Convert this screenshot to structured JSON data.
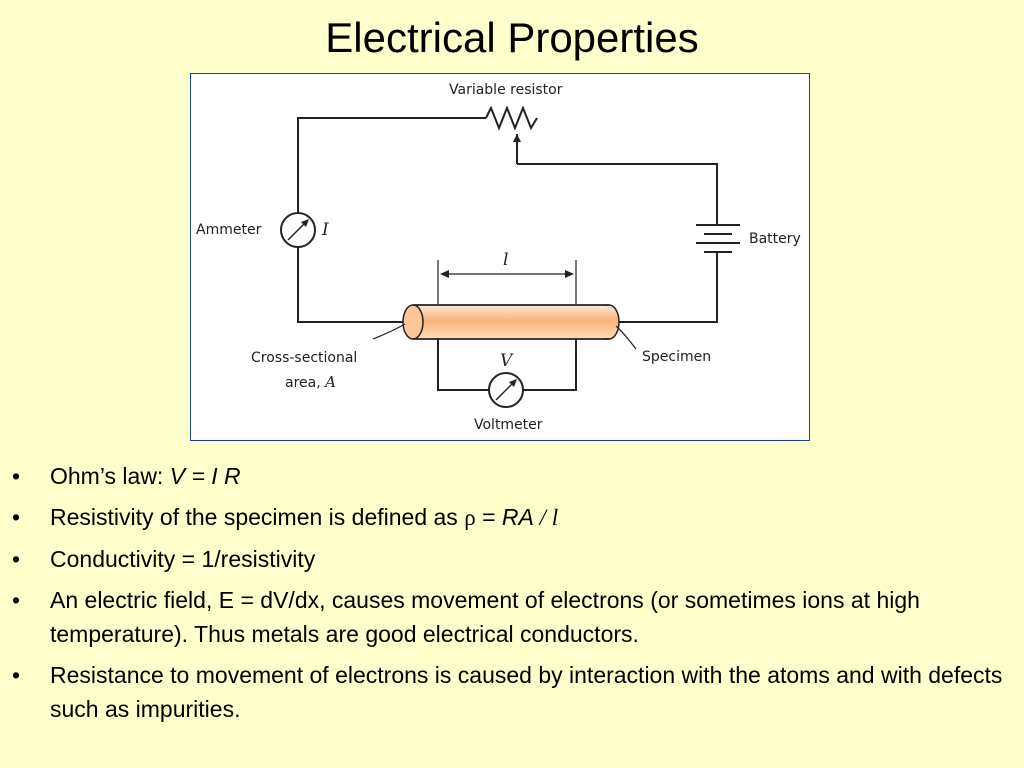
{
  "slide": {
    "title": "Electrical Properties"
  },
  "diagram": {
    "variable_resistor": "Variable resistor",
    "ammeter": "Ammeter",
    "current_symbol": "I",
    "battery": "Battery",
    "length_symbol": "l",
    "cross_section_line1": "Cross-sectional",
    "cross_section_line2": "area,",
    "area_symbol": "A",
    "voltage_symbol": "V",
    "specimen": "Specimen",
    "voltmeter": "Voltmeter",
    "specimen_color": "#f8a15a"
  },
  "bullets": {
    "b1_text": "Ohm’s law: ",
    "b1_formula": "V = I R",
    "b2_text": "Resistivity of the specimen is defined as ",
    "b2_rho": "ρ",
    "b2_eq": " = ",
    "b2_ra": "RA",
    "b2_slash": " / ",
    "b2_l": "l",
    "b3_text": "Conductivity = 1/resistivity",
    "b4_text": "An electric field, E = dV/dx, causes movement of electrons (or sometimes ions at high temperature).  Thus metals are good electrical conductors.",
    "b5_text": "Resistance to movement of electrons is caused by interaction with the atoms and with defects such as impurities."
  },
  "bullet_marker": "•"
}
